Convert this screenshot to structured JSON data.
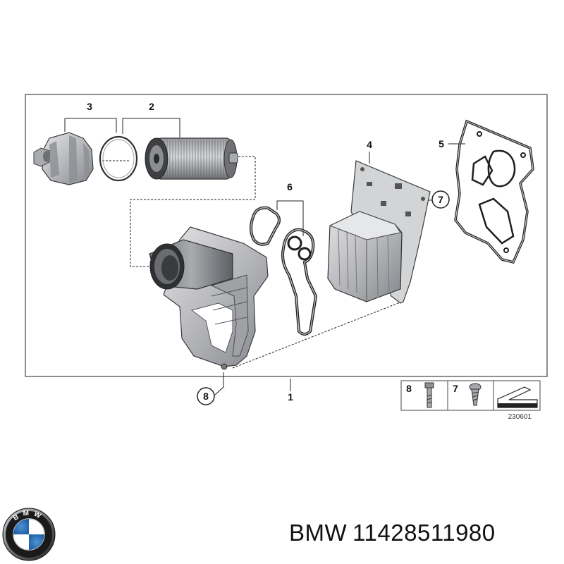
{
  "diagram": {
    "callouts": {
      "p1": "1",
      "p2": "2",
      "p3": "3",
      "p4": "4",
      "p5": "5",
      "p6": "6",
      "p7": "7",
      "p8": "8"
    },
    "legend": {
      "bolt_number": "8",
      "screw_number": "7"
    },
    "diagram_code": "230601"
  },
  "logo": {
    "brand_text": "BMW"
  },
  "caption": {
    "brand": "BMW",
    "part_number": "11428511980"
  },
  "colors": {
    "part_fill": "#c9c9cb",
    "part_dark": "#7e8085",
    "line": "#222222",
    "logo_blue": "#2a6fb6"
  }
}
